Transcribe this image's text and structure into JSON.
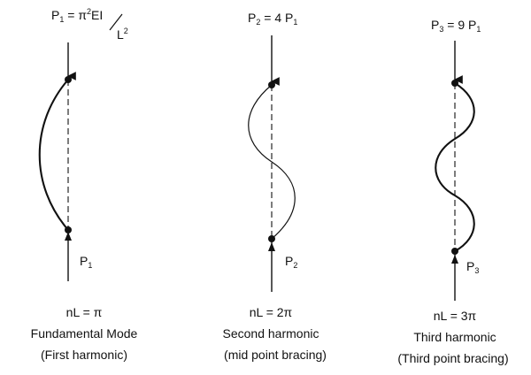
{
  "columns": [
    {
      "top_load": {
        "text": "P",
        "sub": "1",
        "rest": " = π",
        "sup": "2",
        "rest2": "EI",
        "denom": "L",
        "denom_sup": "2"
      },
      "bottom_load": {
        "text": "P",
        "sub": "1"
      },
      "caption": {
        "formula": "nL = π",
        "mode": "Fundamental Mode",
        "note": "(First harmonic)"
      }
    },
    {
      "top_load": {
        "text": "P",
        "sub": "2",
        "rest": " = 4 P",
        "rest_sub": "1"
      },
      "bottom_load": {
        "text": "P",
        "sub": "2"
      },
      "caption": {
        "formula": "nL = 2π",
        "mode": "Second harmonic",
        "note": "(mid point bracing)"
      }
    },
    {
      "top_load": {
        "text": "P",
        "sub": "3",
        "rest": " = 9 P",
        "rest_sub": "1"
      },
      "bottom_load": {
        "text": "P",
        "sub": "3"
      },
      "caption": {
        "formula": "nL = 3π",
        "mode": "Third harmonic",
        "note": "(Third point bracing)"
      }
    }
  ]
}
